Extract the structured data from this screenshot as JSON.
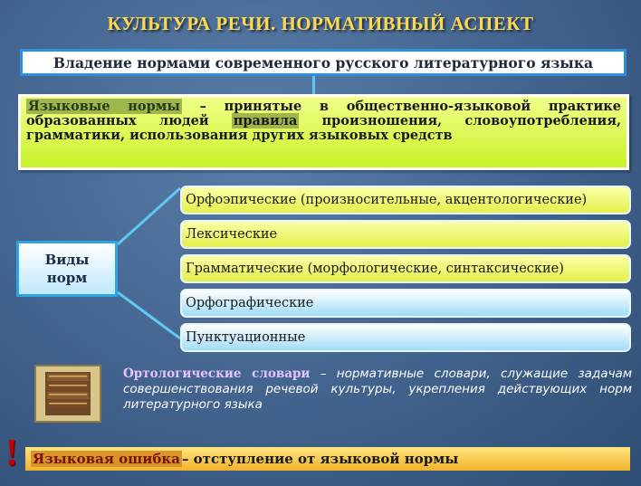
{
  "title": "КУЛЬТУРА РЕЧИ. НОРМАТИВНЫЙ АСПЕКТ",
  "top_banner": "Владение нормами современного русского литературного языка",
  "definition": {
    "term": "Языковые нормы",
    "part1": " – принятые в общественно-языковой практике образованных людей ",
    "rule_word": "правила",
    "part2": " произношения, словоупотребления, грамматики, использования других языковых средств"
  },
  "types": {
    "line1": "Виды",
    "line2": "норм"
  },
  "norm_types": [
    "Орфоэпические (произносительные, акцентологические)",
    "Лексические",
    "Грамматические (морфологические, синтаксические)",
    "Орфографические",
    "Пунктуационные"
  ],
  "dictionaries": {
    "term": "Ортологические словари",
    "text": " – нормативные словари, служащие задачам совершенствования речевой культуры, укрепления действующих норм литературного языка"
  },
  "error": {
    "mark": "!",
    "term": "Языковая ошибка",
    "text": " – отступление от языковой нормы"
  },
  "colors": {
    "title": "#ffd94a",
    "definition_bg": "#d8f640",
    "norm_yellow": "#eef56a",
    "norm_blue": "#c9ecfb",
    "error_bar": "#f4c84a",
    "exclaim": "#c00000"
  },
  "icons": {
    "dictionary": "bookshelf-icon"
  }
}
